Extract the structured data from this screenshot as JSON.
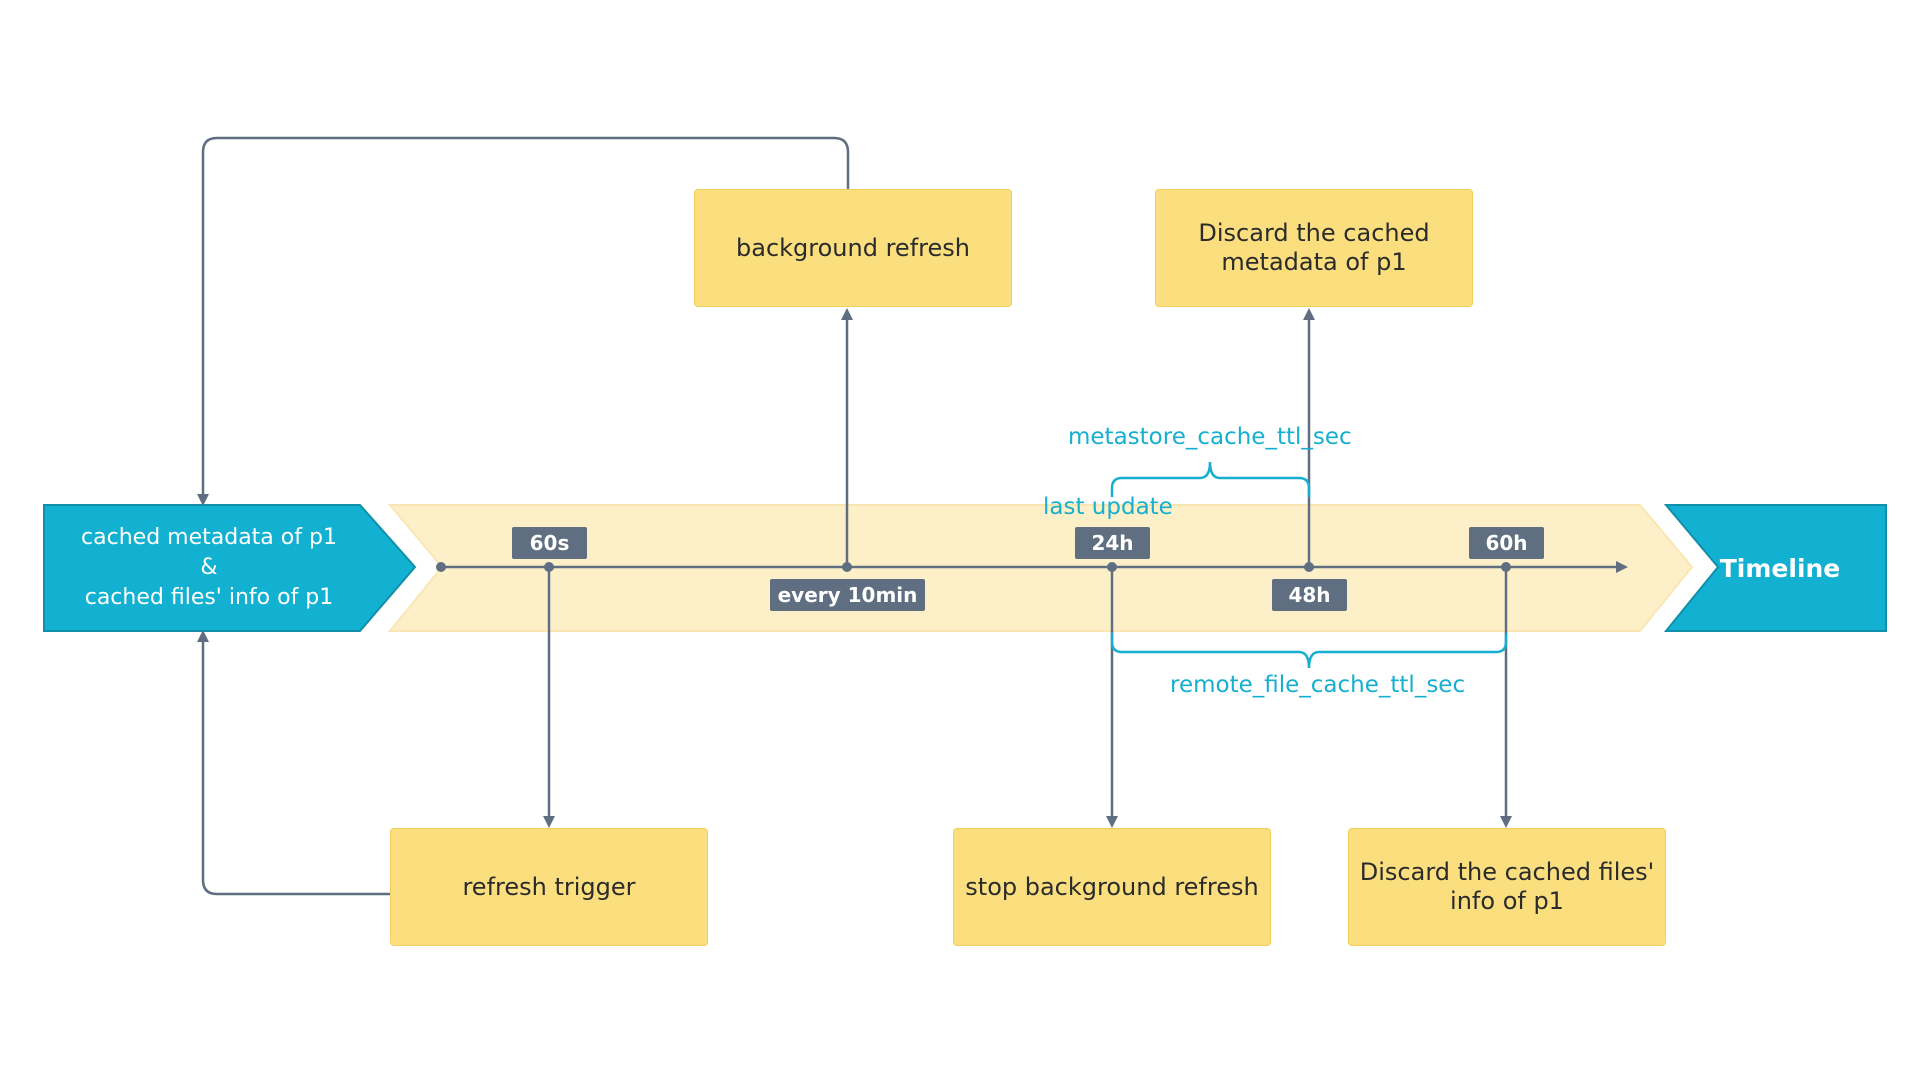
{
  "left_block": {
    "line1": "cached metadata of p1",
    "line2": "&",
    "line3": "cached files' info of p1"
  },
  "right_block": {
    "label": "Timeline"
  },
  "tags": {
    "t60s": "60s",
    "every10": "every 10min",
    "t24h": "24h",
    "t48h": "48h",
    "t60h": "60h"
  },
  "boxes": {
    "background_refresh": "background refresh",
    "discard_metadata": "Discard the cached\nmetadata of p1",
    "refresh_trigger": "refresh trigger",
    "stop_background_refresh": "stop background refresh",
    "discard_files": "Discard the cached  files'\ninfo of p1"
  },
  "labels": {
    "metastore_ttl": "metastore_cache_ttl_sec",
    "last_update": "last update",
    "remote_file_ttl": "remote_file_cache_ttl_sec"
  },
  "colors": {
    "cyan": "#17afd0",
    "box_fill": "#fbdf7e",
    "band_fill": "#fdf0c8",
    "line": "#5f6e80"
  }
}
